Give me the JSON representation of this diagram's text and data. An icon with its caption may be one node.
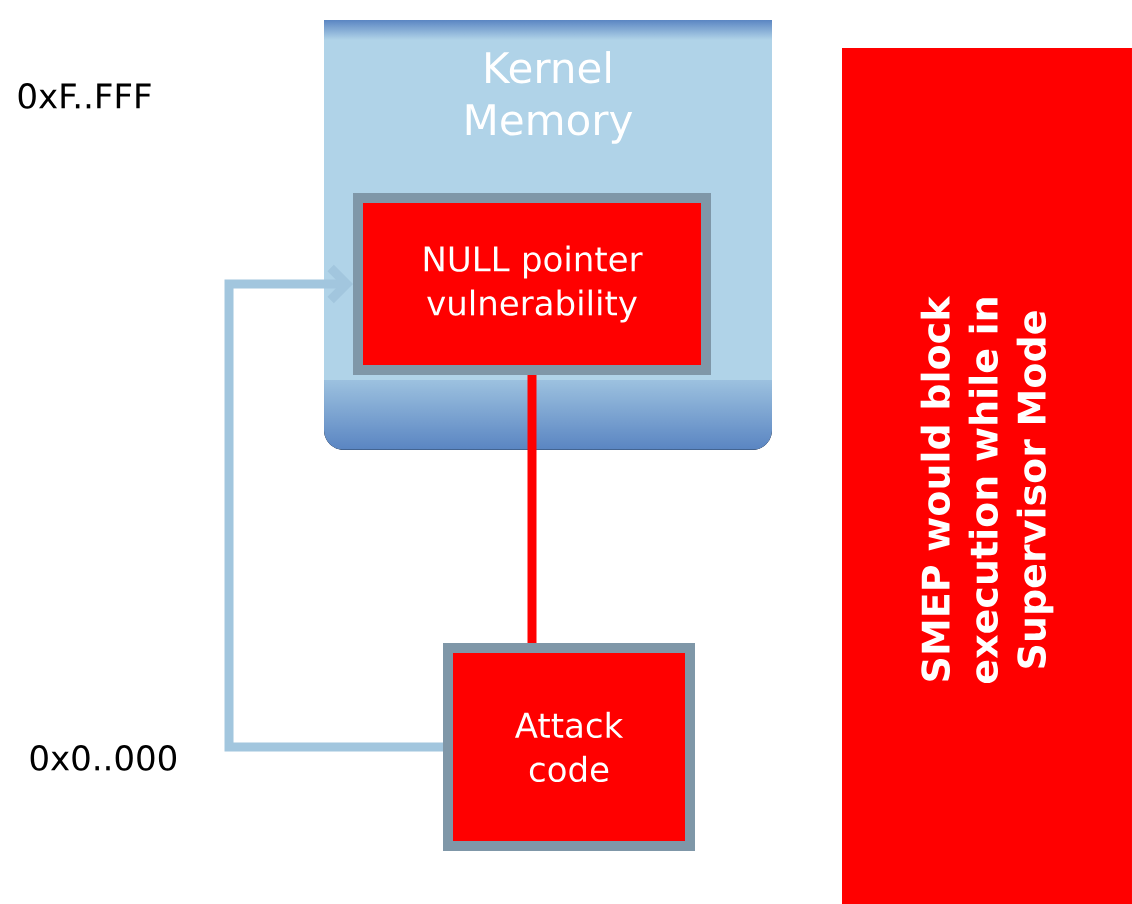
{
  "diagram": {
    "nodes": [
      {
        "text": [
          "Kernel Memory"
        ]
      },
      {
        "text": [
          "NULL pointer vulnerability"
        ],
        "in": 0
      },
      {
        "text": [
          "Attack code"
        ]
      },
      {
        "text": [
          "SMEP would block execution while in Supervisor Mode"
        ]
      }
    ],
    "edges": [
      {
        "from": 2,
        "to": 1,
        "arrow": "to",
        "color": "#a2c6de"
      },
      {
        "from": 1,
        "to": 2,
        "arrow": "none",
        "color": "#ff0000"
      }
    ],
    "labels": [
      "0xF..FFF",
      "0x0..000"
    ]
  }
}
